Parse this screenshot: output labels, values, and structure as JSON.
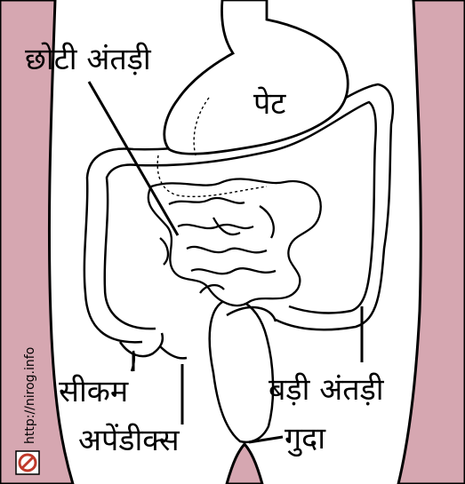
{
  "labels": {
    "small_intestine": "छोटी अंतड़ी",
    "stomach": "पेट",
    "cecum": "सीकम",
    "appendix": "अपेंडीक्स",
    "large_intestine": "बड़ी अंतड़ी",
    "anus": "गुदा"
  },
  "watermark": "http://nirog.info",
  "watermark_icon": "no-entry-icon",
  "colors": {
    "body_skin": "#d6a7b1",
    "outline": "#000000",
    "background": "#ffffff"
  }
}
